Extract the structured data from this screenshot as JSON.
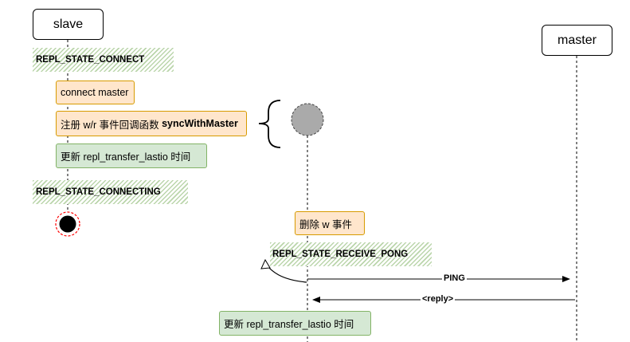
{
  "participants": {
    "slave": "slave",
    "master": "master"
  },
  "states": {
    "connect": "REPL_STATE_CONNECT",
    "connecting": "REPL_STATE_CONNECTING",
    "receive_pong": "REPL_STATE_RECEIVE_PONG"
  },
  "steps": {
    "connect_master": "connect master",
    "register_prefix": "注册 w/r 事件回调函数 ",
    "register_func": "syncWithMaster",
    "update_lastio_1": "更新 repl_transfer_lastio 时间",
    "delete_w": "删除 w 事件",
    "update_lastio_2": "更新 repl_transfer_lastio 时间"
  },
  "messages": {
    "ping": "PING",
    "reply": "<reply>"
  },
  "colors": {
    "orange_fill": "#ffe6cc",
    "orange_stroke": "#d79b00",
    "green_fill": "#d5e8d4",
    "green_stroke": "#82b366",
    "event_circle": "#aaaaaa",
    "stop_ring": "#ff0000"
  }
}
